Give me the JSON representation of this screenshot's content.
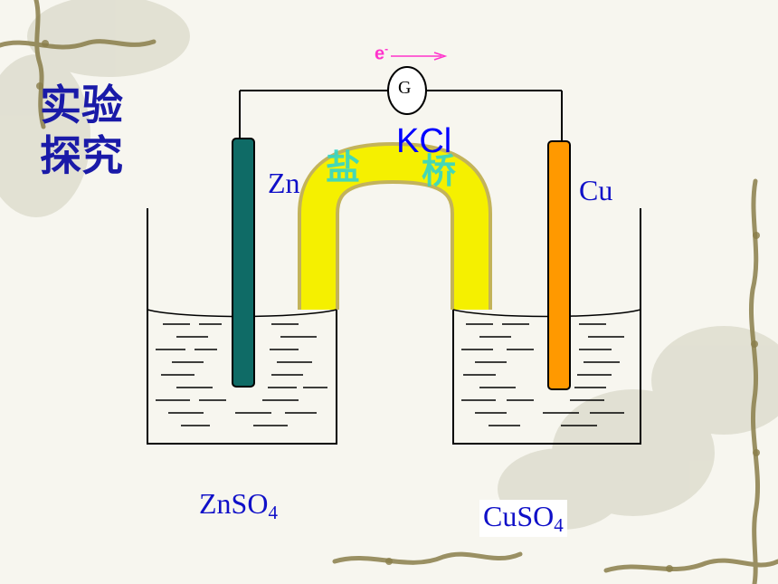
{
  "title": {
    "line1": "实验",
    "line2": "探究"
  },
  "galvanometer_label": "G",
  "electron_label": "e",
  "electron_superscript": "-",
  "salt_bridge_solution": "KCl",
  "salt_bridge_chars": [
    "盐",
    "桥"
  ],
  "left_electrode": "Zn",
  "right_electrode": "Cu",
  "left_solution": {
    "base": "ZnSO",
    "sub": "4"
  },
  "right_solution": {
    "base": "CuSO",
    "sub": "4"
  },
  "colors": {
    "title": "#1a1aa8",
    "label": "#1010c8",
    "kcl": "#0000ff",
    "zinc_electrode": "#0f6b66",
    "copper_electrode": "#ff9900",
    "salt_bridge": "#f5f000",
    "salt_bridge_chars": "#33d6c9",
    "electron_arrow": "#ff33cc"
  }
}
